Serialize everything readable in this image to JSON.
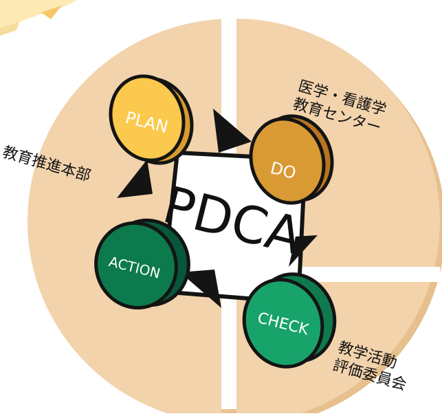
{
  "diagram": {
    "center_label": "PDCA",
    "colors": {
      "disc_fill": "#f2d3ac",
      "disc_edge": "#e8c596",
      "disc_gap": "#ffffff",
      "plan": "#fbc94d",
      "do": "#d99a34",
      "check": "#18a36b",
      "action": "#0c7a4c",
      "arrow": "#141414",
      "corner_ribbon": "#fde9b4"
    },
    "stages": {
      "plan": "PLAN",
      "do": "DO",
      "check": "CHECK",
      "action": "ACTION"
    },
    "organizations": {
      "left": "教育推進本部",
      "top_right": [
        "医学・看護学",
        "教育センター"
      ],
      "bottom_right": [
        "教学活動",
        "評価委員会"
      ]
    }
  }
}
